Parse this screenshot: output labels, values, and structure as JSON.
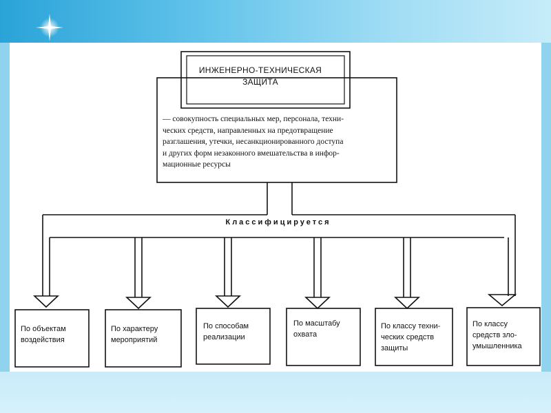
{
  "title": {
    "line1": "ИНЖЕНЕРНО-ТЕХНИЧЕСКАЯ",
    "line2": "ЗАЩИТА"
  },
  "definition": {
    "lines": [
      "— совокупность специальных мер, персонала, техни-",
      "ческих средств, направленных на предотвращение",
      "разглашения, утечки, несанкционированного доступа",
      "и других форм незаконного вмешательства в инфор-",
      "мационные ресурсы"
    ]
  },
  "classification_label": "Классифицируется",
  "categories": [
    {
      "line1": "По объектам",
      "line2": "воздействия"
    },
    {
      "line1": "По характеру",
      "line2": "мероприятий"
    },
    {
      "line1": "По способам",
      "line2": "реализации"
    },
    {
      "line1": "По масштабу",
      "line2": "охвата"
    },
    {
      "line1": "По классу техни-",
      "line2": "ческих средств",
      "line3": "защиты"
    },
    {
      "line1": "По классу",
      "line2": "средств зло-",
      "line3": "умышленника"
    }
  ],
  "colors": {
    "top_band": "#2aa3d8",
    "background": "#c9e9f7",
    "lines": "#111111"
  }
}
